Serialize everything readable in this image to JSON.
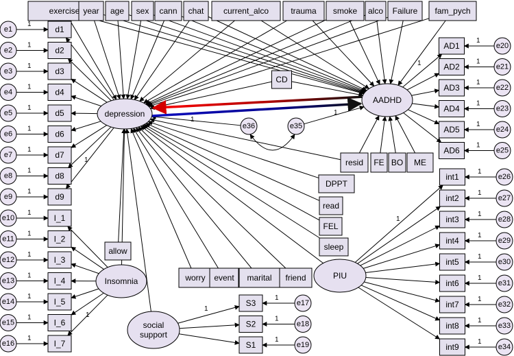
{
  "diagram": {
    "covariates_top": [
      "exercise",
      "year",
      "age",
      "sex",
      "cann",
      "chat",
      "current_alco",
      "trauma",
      "smoke",
      "alco",
      "Failure",
      "fam_pych"
    ],
    "covariates_right": [
      "resid",
      "FE",
      "BO",
      "ME"
    ],
    "covariates_lower": [
      "DPPT",
      "read",
      "FEL",
      "sleep"
    ],
    "covariates_bottom": [
      "worry",
      "event",
      "marital",
      "friend"
    ],
    "cd_label": "CD",
    "allow_label": "allow",
    "latents": {
      "depression": "depression",
      "aadhd": "AADHD",
      "insomnia": "Insomnia",
      "social_support": "social\nsupport",
      "piu": "PIU"
    },
    "residuals": [
      "e35",
      "e36"
    ],
    "depression_items": [
      "d1",
      "d2",
      "d3",
      "d4",
      "d5",
      "d6",
      "d7",
      "d8",
      "d9"
    ],
    "depression_errors": [
      "e1",
      "e2",
      "e3",
      "e4",
      "e5",
      "e6",
      "e7",
      "e8",
      "e9"
    ],
    "insomnia_items": [
      "I_1",
      "I_2",
      "I_3",
      "I_4",
      "I_5",
      "I_6",
      "I_7"
    ],
    "insomnia_errors": [
      "e10",
      "e11",
      "e12",
      "e13",
      "e14",
      "e15",
      "e16"
    ],
    "aadhd_items": [
      "AD1",
      "AD2",
      "AD3",
      "AD4",
      "AD5",
      "AD6"
    ],
    "aadhd_errors": [
      "e20",
      "e21",
      "e22",
      "e23",
      "e24",
      "e25"
    ],
    "piu_items": [
      "int1",
      "int2",
      "int3",
      "int4",
      "int5",
      "int6",
      "int7",
      "int8",
      "int9"
    ],
    "piu_errors": [
      "e26",
      "e27",
      "e28",
      "e29",
      "e30",
      "e31",
      "e32",
      "e33",
      "e34"
    ],
    "support_items": [
      "S3",
      "S2",
      "S1"
    ],
    "support_errors": [
      "e17",
      "e18",
      "e19"
    ],
    "fixed_loading": "1",
    "colors": {
      "aadhd_to_depression": "#d40000",
      "depression_to_aadhd": "#0000a0",
      "latent_fill": "#e6e0f0",
      "box_fill": "#e4e0ee"
    }
  }
}
